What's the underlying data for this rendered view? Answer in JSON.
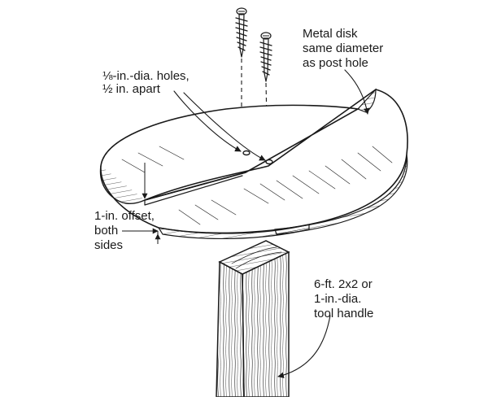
{
  "labels": {
    "holes": [
      "⅛-in.-dia. holes,",
      "½ in. apart"
    ],
    "disk": [
      "Metal disk",
      "same diameter",
      "as post hole"
    ],
    "offset": [
      "1-in. offset,",
      "both",
      "sides"
    ],
    "handle": [
      "6-ft. 2x2 or",
      "1-in.-dia.",
      "tool handle"
    ]
  },
  "icons": [
    "screw-icon",
    "arrow-icon"
  ],
  "colors": {
    "ink": "#1a1a1a",
    "paper": "#ffffff"
  }
}
